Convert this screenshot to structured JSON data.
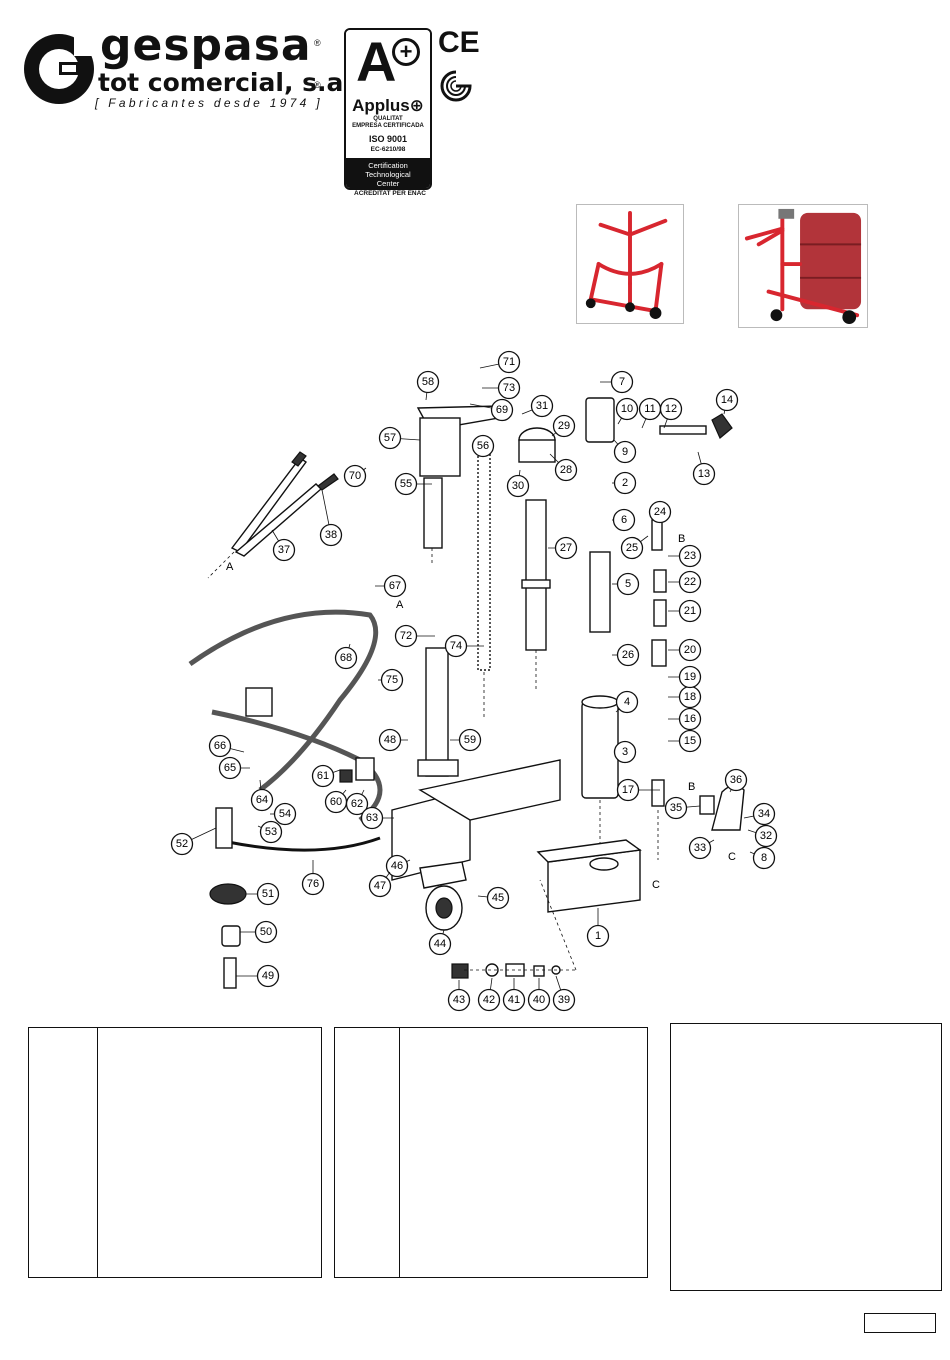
{
  "header": {
    "brand_name": "gespasa",
    "registered_mark": "®",
    "brand_subtitle": "tot comercial, s.a.",
    "tagline": "[ Fabricantes desde 1974 ]"
  },
  "certification": {
    "grade": "A",
    "plus": "+",
    "applus": "Applus⊕",
    "qualitat": "QUALITAT",
    "empresa": "EMPRESA CERTIFICADA",
    "iso": "ISO 9001",
    "ec_code": "EC-6210/98",
    "center_line1": "Certification",
    "center_line2": "Technological",
    "center_line3": "Center",
    "enac": "ACREDITAT PER ENAC",
    "ce_mark": "CE"
  },
  "diagram": {
    "callouts": [
      "1",
      "2",
      "3",
      "4",
      "5",
      "6",
      "7",
      "8",
      "9",
      "10",
      "11",
      "12",
      "13",
      "14",
      "15",
      "16",
      "17",
      "18",
      "19",
      "20",
      "21",
      "22",
      "23",
      "24",
      "25",
      "26",
      "27",
      "28",
      "29",
      "30",
      "31",
      "32",
      "33",
      "34",
      "35",
      "36",
      "37",
      "38",
      "39",
      "40",
      "41",
      "42",
      "43",
      "44",
      "45",
      "46",
      "47",
      "48",
      "49",
      "50",
      "51",
      "52",
      "53",
      "54",
      "55",
      "56",
      "57",
      "58",
      "59",
      "60",
      "61",
      "62",
      "63",
      "64",
      "65",
      "66",
      "67",
      "68",
      "69",
      "70",
      "71",
      "72",
      "73",
      "74",
      "75",
      "76"
    ],
    "letter_a": "A",
    "letter_b": "B",
    "letter_c": "C"
  },
  "colors": {
    "trolley_red": "#d8262f",
    "drum_red": "#b2343a",
    "ink": "#111111"
  }
}
